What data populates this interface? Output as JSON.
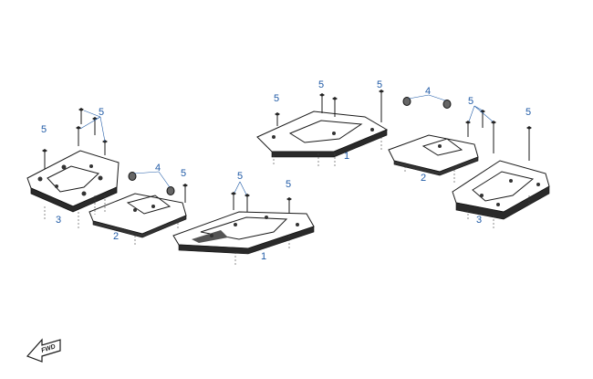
{
  "diagram": {
    "callouts": {
      "c5a": "5",
      "c5b": "5",
      "c3a": "3",
      "c4a": "4",
      "c5c": "5",
      "c2a": "2",
      "c5d": "5",
      "c5e": "5",
      "c1a": "1",
      "c5f": "5",
      "c5g": "5",
      "c5h": "5",
      "c1b": "1",
      "c4b": "4",
      "c5i": "5",
      "c5j": "5",
      "c2b": "2",
      "c3b": "3"
    },
    "fwd_label": "FWD",
    "colors": {
      "callout": "#1f5aa6",
      "outline": "#1a1a1a",
      "fill": "#f2f2f2",
      "dark": "#222222"
    }
  }
}
